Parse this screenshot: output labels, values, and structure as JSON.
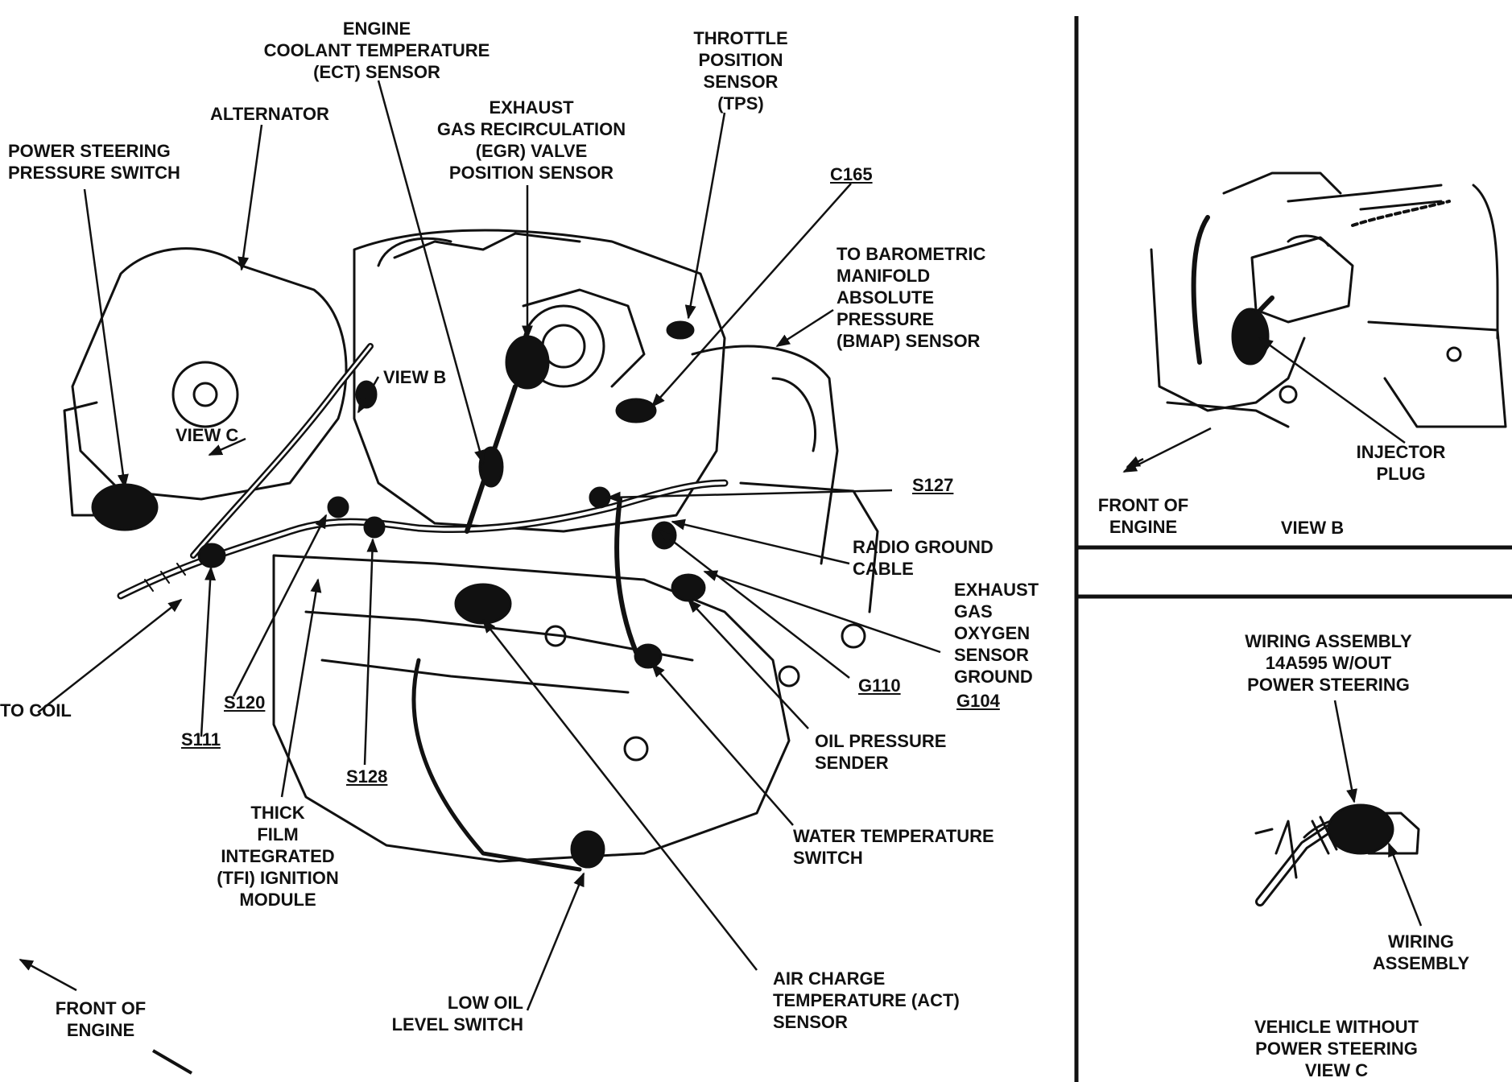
{
  "labels": {
    "ect": "ENGINE\nCOOLANT TEMPERATURE\n(ECT) SENSOR",
    "tps": "THROTTLE\nPOSITION\nSENSOR\n(TPS)",
    "alternator": "ALTERNATOR",
    "egr": "EXHAUST\nGAS RECIRCULATION\n(EGR) VALVE\nPOSITION SENSOR",
    "ps_switch": "POWER STEERING\nPRESSURE SWITCH",
    "c165": "C165",
    "bmap": "TO BAROMETRIC\nMANIFOLD\nABSOLUTE\nPRESSURE\n(BMAP) SENSOR",
    "view_b_callout": "VIEW B",
    "view_c_callout": "VIEW C",
    "s127": "S127",
    "radio_ground": "RADIO GROUND\nCABLE",
    "ego": "EXHAUST\nGAS\nOXYGEN\nSENSOR\nGROUND",
    "g104": "G104",
    "g110": "G110",
    "to_coil": "TO COIL",
    "s120": "S120",
    "s111": "S111",
    "s128": "S128",
    "oil_pressure": "OIL PRESSURE\nSENDER",
    "tfi": "THICK\nFILM\nINTEGRATED\n(TFI) IGNITION\nMODULE",
    "water_temp": "WATER TEMPERATURE\nSWITCH",
    "act": "AIR CHARGE\nTEMPERATURE (ACT)\nSENSOR",
    "low_oil": "LOW OIL\nLEVEL SWITCH",
    "front_main": "FRONT OF\nENGINE",
    "injector_plug": "INJECTOR\nPLUG",
    "front_b": "FRONT OF\nENGINE",
    "view_b_title": "VIEW B",
    "wiring_top": "WIRING ASSEMBLY\n14A595 W/OUT\nPOWER STEERING",
    "wiring_assembly": "WIRING\nASSEMBLY",
    "view_c_title": "VEHICLE WITHOUT\nPOWER STEERING\nVIEW C"
  }
}
